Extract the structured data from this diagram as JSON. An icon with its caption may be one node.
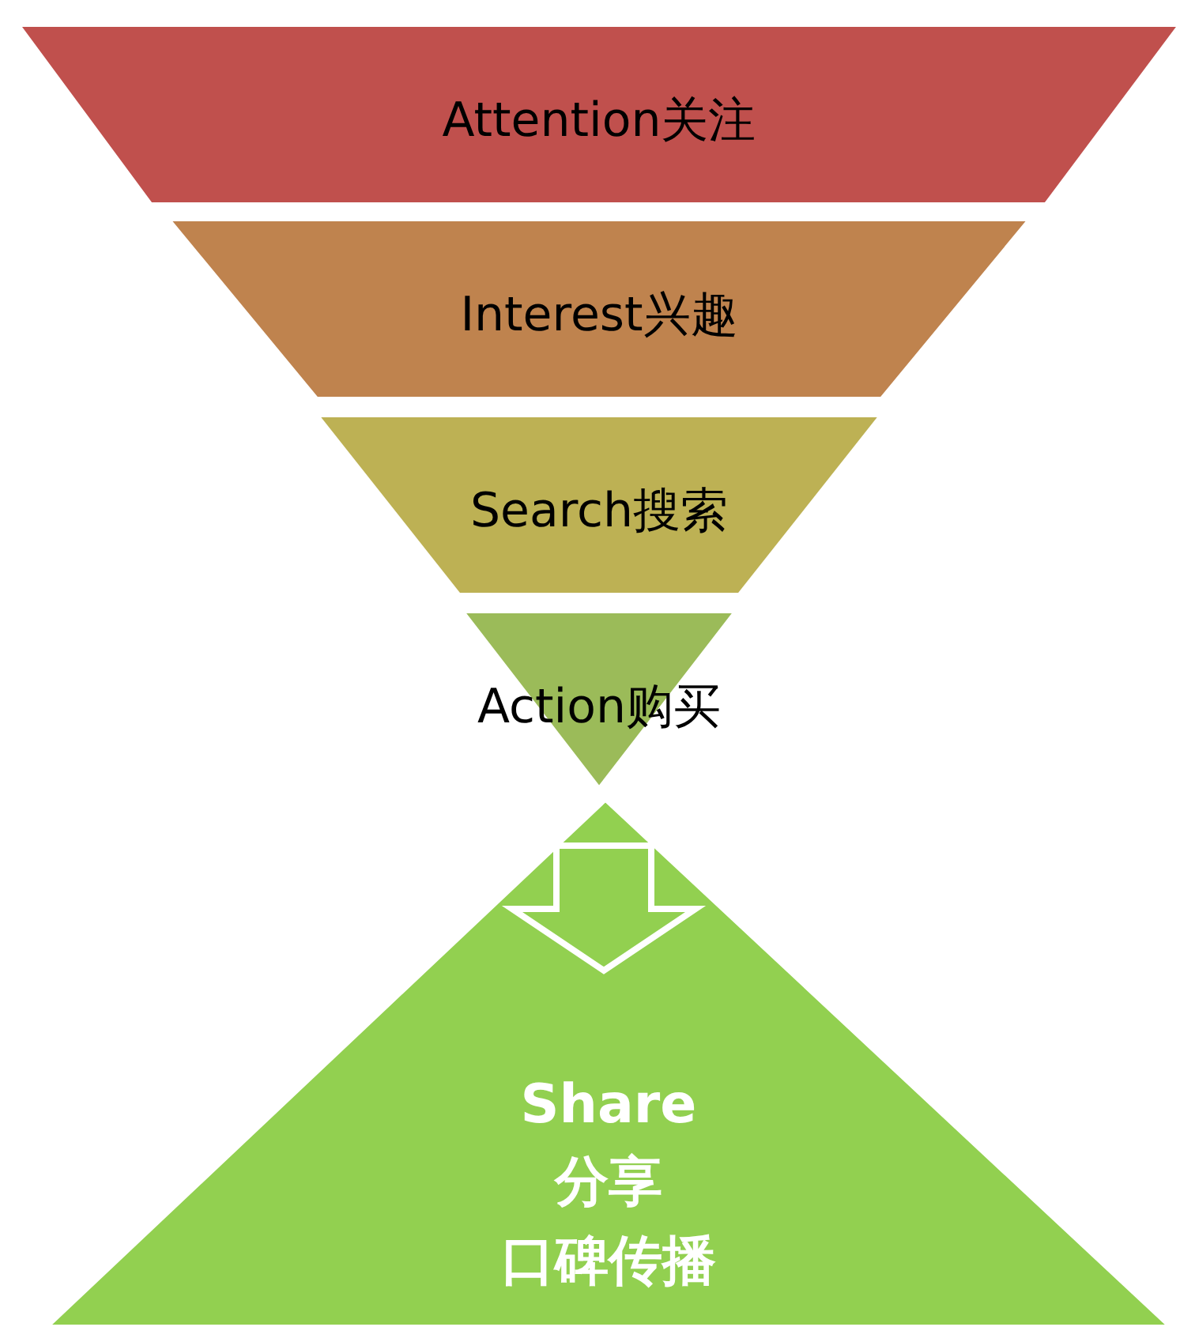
{
  "diagram": {
    "nodes": [
      {
        "text": [
          "Attention关注"
        ]
      },
      {
        "text": [
          "Interest兴趣"
        ]
      },
      {
        "text": [
          "Search搜索"
        ]
      },
      {
        "text": [
          "Action购买"
        ]
      },
      {
        "text": [
          "Share",
          "分享",
          "口碑传播"
        ]
      }
    ]
  }
}
